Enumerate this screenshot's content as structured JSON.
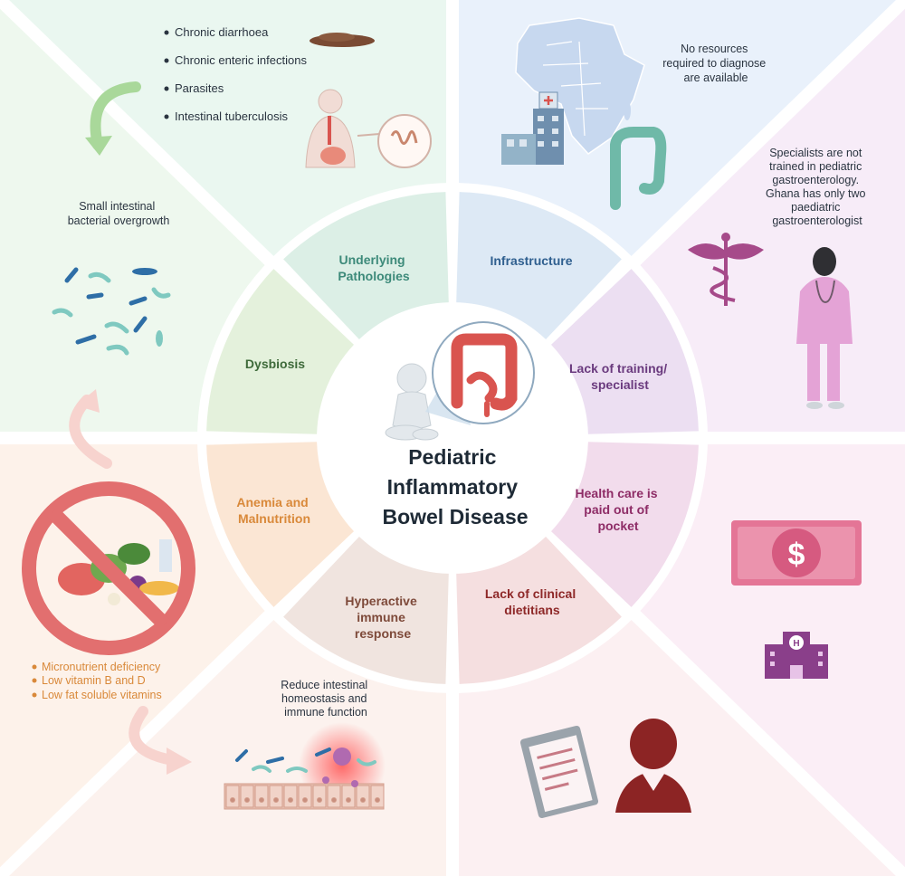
{
  "center": {
    "title_lines": [
      "Pediatric",
      "Inflammatory",
      "Bowel Disease"
    ]
  },
  "segments": {
    "underlying_pathologies": [
      "Underlying",
      "Pathologies"
    ],
    "infrastructure": [
      "Infrastructure"
    ],
    "lack_of_training": [
      "Lack of training/",
      "specialist"
    ],
    "health_care_paid": [
      "Health care is",
      "paid out of",
      "pocket"
    ],
    "lack_of_dietitians": [
      "Lack of clinical",
      "dietitians"
    ],
    "hyperactive_immune": [
      "Hyperactive",
      "immune",
      "response"
    ],
    "anemia_malnutrition": [
      "Anemia and",
      "Malnutrition"
    ],
    "dysbiosis": [
      "Dysbiosis"
    ]
  },
  "panels": {
    "pathologies_list": [
      "Chronic diarrhoea",
      "Chronic enteric infections",
      "Parasites",
      "Intestinal tuberculosis"
    ],
    "no_resources": [
      "No resources",
      "required to diagnose",
      "are available"
    ],
    "specialists": [
      "Specialists are not",
      "trained in pediatric",
      "gastroenterology.",
      "Ghana has only two",
      "paediatric",
      "gastroenterologist"
    ],
    "sibo": [
      "Small intestinal",
      "bacterial overgrowth"
    ],
    "nutrition_list": [
      "Micronutrient deficiency",
      "Low vitamin B and D",
      "Low fat soluble vitamins"
    ],
    "homeostasis": [
      "Reduce intestinal",
      "homeostasis and",
      "immune function"
    ]
  },
  "currency_symbol": "$",
  "hospital_letter": "H",
  "colors": {
    "pathologies": "#3d8a7a",
    "infrastructure": "#2f5f8f",
    "training": "#6a3a7e",
    "payment": "#8e2c66",
    "dietitians": "#8e2828",
    "immune": "#7e4a3a",
    "anemia": "#d9893a",
    "dysbiosis": "#3e6a3a"
  }
}
